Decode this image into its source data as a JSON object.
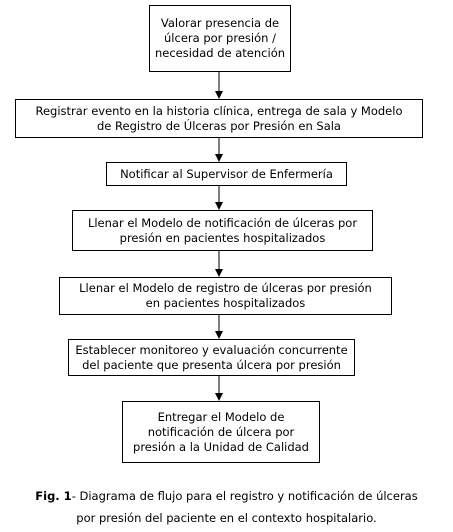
{
  "steps": [
    {
      "lines": [
        "Valorar presencia de",
        "úlcera por presión /",
        "necesidad de atención"
      ]
    },
    {
      "lines": [
        "Registrar evento en la historia clínica, entrega de sala y Modelo",
        "de Registro de Úlceras por Presión en Sala"
      ]
    },
    {
      "lines": [
        "Notificar al Supervisor de Enfermería"
      ]
    },
    {
      "lines": [
        "Llenar el Modelo de notificación de úlceras por",
        "presión en pacientes hospitalizados"
      ]
    },
    {
      "lines": [
        "Llenar el Modelo de registro de úlceras por presión",
        "en pacientes hospitalizados"
      ]
    },
    {
      "lines": [
        "Establecer monitoreo y evaluación concurrente",
        "del paciente que presenta úlcera por presión"
      ]
    },
    {
      "lines": [
        "Entregar el Modelo de",
        "notificación de úlcera por",
        "presión a la Unidad de Calidad"
      ]
    }
  ],
  "caption": {
    "label": "Fig. 1",
    "line1": "- Diagrama de flujo para el registro y notificación de úlceras",
    "line2": "por presión del paciente en el contexto hospitalario."
  }
}
